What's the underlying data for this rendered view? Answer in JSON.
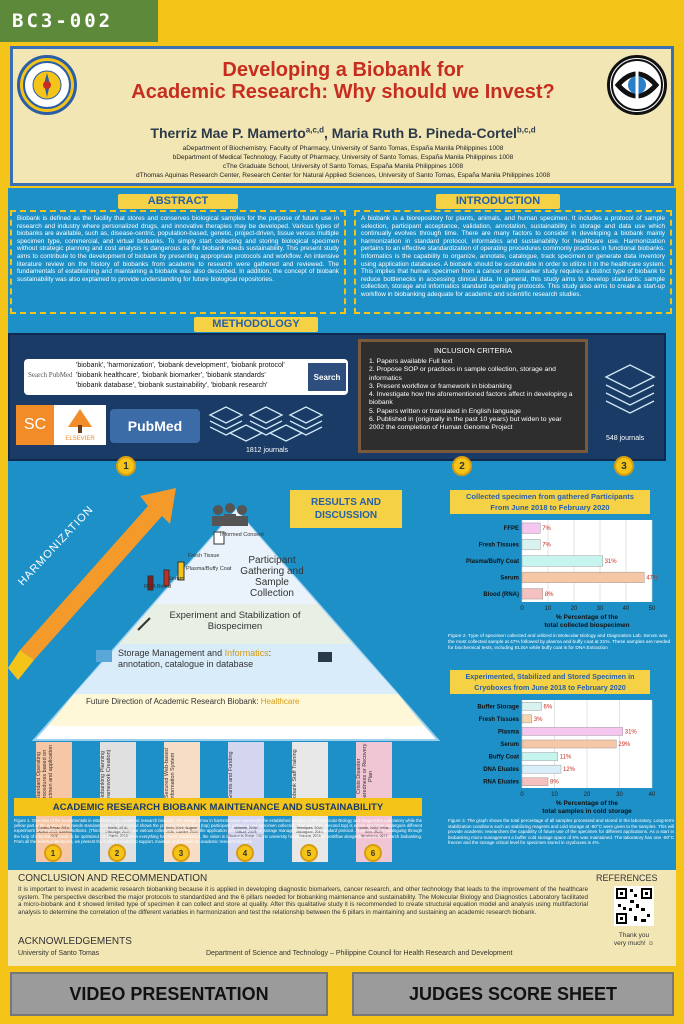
{
  "code": "BC3-002",
  "title_line1": "Developing a Biobank for",
  "title_line2": "Academic Research: Why should we Invest?",
  "authors": "Therriz Mae P. Mamerto",
  "authors_sup1": "a,c,d",
  "authors2": ", Maria Ruth B. Pineda-Cortel",
  "authors_sup2": "b,c,d",
  "affiliations": [
    "aDepartment of Biochemistry, Faculty of Pharmacy, University of Santo Tomas, España Manila Philippines 1008",
    "bDepartment of Medical Technology, Faculty of Pharmacy, University of Santo Tomas, España Manila Philippines 1008",
    "cThe Graduate School, University of Santo Tomas, España Manila Philippines 1008",
    "dThomas Aquinas Research Center, Research Center for Natural Applied Sciences, University of Santo Tomas, España Manila Philippines 1008"
  ],
  "abstract": {
    "heading": "ABSTRACT",
    "text": "Biobank is defined as the facility that stores and conserves biological samples for the purpose of future use in research and industry where personalized drugs, and innovative therapies may be developed. Various types of biobanks are available, such as, disease-centric, population-based, genetic, project-driven, tissue versus multiple specimen type, commercial, and virtual biobanks. To simply start collecting and storing biological specimen without strategic planning and cost analysis is dangerous as the biobank needs sustainability. This present study aims to contribute to the development of biobank by presenting appropriate protocols and workflow. An intensive literature review on the history of biobanks from academe to research were gathered and reviewed. The fundamentals of establishing and maintaining a biobank was also described. In addition, the concept of biobank sustainability was also explained to provide understanding for future biological repositories."
  },
  "introduction": {
    "heading": "INTRODUCTION",
    "text": "A biobank is a biorepository for plants, animals, and human specimen. It includes a protocol of sample selection, participant acceptance, validation, annotation, sustainability in storage and data use which continually evolves through time. There are many factors to consider in developing a biobank mainly harmonization in standard protocol, informatics and sustainability for healthcare use. Harmonization pertains to an effective standardization of operating procedures commonly practices in functional biobanks. Informatics is the capability to organize, annotate, catalogue, track specimen or generate data inventory using application databases. A biobank should be sustainable in order to utilize it in the healthcare system. This implies that human specimen from a cancer or biomarker study requires a distinct type of biobank to reduce bottlenecks in accessing clinical data. In general, this study aims to develop standards: sample collection, storage and informatics standard operating protocols. This study also aims to create a start-up workflow in biobanking adequate for academic and scientific research studies."
  },
  "methodology": {
    "heading": "METHODOLOGY",
    "search_brand": "Search PubMed",
    "search_terms": [
      "'biobank', 'harmonization', 'biobank development', 'biobank protocol'",
      "'biobank healthcare', 'biobank biomarker', 'biobank standards'",
      "'biobank database', 'biobank sustainability', 'biobank research'"
    ],
    "search_button": "Search",
    "sc_logo": "SC",
    "elsevier": "ELSEVIER",
    "pubmed": "PubMed",
    "journals_1812": "1812 journals",
    "criteria_title": "INCLUSION CRITERIA",
    "criteria": [
      "1. Papers available Full text",
      "2. Propose SOP or practices in sample collection, storage and informatics",
      "3. Present workflow or framework in biobanking",
      "4. Investigate how the aforementioned factors affect in developing a biobank",
      "5. Papers written or translated in English language",
      "6. Published in (originally in the past 10 years) but widen to year 2002 the completion of Human Genome Project"
    ],
    "journals_548": "548 journals",
    "steps": [
      "1",
      "2",
      "3"
    ]
  },
  "results": {
    "heading_line1": "RESULTS AND",
    "heading_line2": "DISCUSSION",
    "harmonization": "HARMONIZATION",
    "pyramid": {
      "informed_consent": "Informed Consent",
      "fresh_tissue": "Fresh Tissue",
      "plasma": "Plasma/Buffy Coat",
      "serum": "Serum",
      "rna_blood": "RNA Blood",
      "level1_line1": "Participant",
      "level1_line2": "Gathering and",
      "level1_line3": "Sample Collection",
      "level2_line1": "Experiment and Stabilization of",
      "level2_line2": "Biospecimen",
      "level3_a": "Storage Management and ",
      "level3_b": "Informatics",
      "level3_c": ":",
      "level3_line2": "annotation, catalogue in database",
      "future_a": "Future Direction of Academic Research Biobank: ",
      "future_b": "Healthcare"
    },
    "pillars": [
      {
        "label": "Standard Operating Procedures based on specimen and application",
        "ref": "Cortés-Rebaz 2019; Caboux 2013; Barbosa 2020",
        "num": "1"
      },
      {
        "label": "Biobanking Planning (Framework Creation)",
        "ref": "Romo, 2018; Coleridge, 2017; Harris, 2012",
        "num": "2"
      },
      {
        "label": "A Secured Web-based Information System",
        "ref": "Snell, 2019; Wagner, 2008; Gaebler, 2020",
        "num": "3"
      },
      {
        "label": "Grants and Funding",
        "ref": "Morente, 2008; Olsson, 2004; Rousselle-Barna, 2017",
        "num": "4"
      },
      {
        "label": "Biobank Staff Training",
        "ref": "Henriques, 2020; Mahagone, 2019; Watson, 2016",
        "num": "5"
      },
      {
        "label": "Crisis Disaster Preparedness or Recovery Plan",
        "ref": "Gross, 2020; Trenz-Kern, 2020; Henderson, 2013",
        "num": "6"
      }
    ],
    "maintenance_banner": "ACADEMIC RESEARCH BIOBANK MAINTENANCE AND SUSTAINABILITY",
    "fig1_caption": "Figure 1. Overview of the fundamentals in establishing an academic research biobank. The orange arrow in harmonization represents the established protocol in the Molecular Biology and Diagnostics Laboratory while the yellow part is the protocol that needs standardization. The pyramid shows the protocol starting from (top) participant gathering and specimen collection. The next step (second top) is where specimen undergoes different experiment and stabilization conditions. (Third top) Since there are various collected specimen and the application differs as well, the storage management needs a standard protocol. Annotation and cataloguing through the help of informatics needs to be optimized. At the bottom when everything has been established, the vision is to collaborate with the university hospital for a circuit workflow alongside academic research biobanking. From all the selected literatures, we present the 6 pillars needed to support, maintain and sustain an academic research biobank.",
    "fig2_caption": "Figure 2. Type of specimen collected and utilized in Molecular Biology and Diagnostics Lab. Serum was the most collected sample at 47% followed by plasma and buffy coat at 31%. These samples are needed for biochemical tests, including ELISA while buffy coat is for DNA Extraction",
    "fig3_caption": "Figure 3. The graph shows the total percentage of all samples processed and stored in the laboratory. Long-term stabilization conditions such as stabilizing reagents and cold storage at -80°C were given to the samples. This will provide academic researchers the capability of future use of the specimen for different applications. As a start in biobanking micro-management a buffer cold storage space of 6% was maintained. The laboratory has one -80°C freezer and the storage critical level for specimen stored in cryoboxes is 4%."
  },
  "chart_data": [
    {
      "type": "bar",
      "orientation": "horizontal",
      "title_line1": "Collected specimen from gathered Participants",
      "title_line2": "From June 2018 to February 2020",
      "categories": [
        "FFPE",
        "Fresh Tissues",
        "Plasma/Buffy Coat",
        "Serum",
        "Blood (RNA)"
      ],
      "values": [
        7,
        7,
        31,
        47,
        8
      ],
      "value_labels": [
        "7%",
        "7%",
        "31%",
        "47%",
        "8%"
      ],
      "colors": [
        "#f4c6f0",
        "#d8f2f0",
        "#c6f5f0",
        "#f6c7a6",
        "#f5c0c0"
      ],
      "xlim": [
        0,
        50
      ],
      "xticks": [
        "0",
        "10",
        "20",
        "30",
        "40",
        "50"
      ],
      "xlabel_line1": "% Percentage of the",
      "xlabel_line2": "total collected biospecimen"
    },
    {
      "type": "bar",
      "orientation": "horizontal",
      "title_line1": "Experimented, Stabilized and Stored Specimen in",
      "title_line2": "Cryoboxes from June 2018 to February 2020",
      "categories": [
        "Buffer Storage",
        "Fresh Tissues",
        "Plasma",
        "Serum",
        "Buffy Coat",
        "DNA Eluates",
        "RNA Eluates"
      ],
      "values": [
        6,
        3,
        31,
        29,
        11,
        12,
        8
      ],
      "value_labels": [
        "6%",
        "3%",
        "31%",
        "29%",
        "11%",
        "12%",
        "8%"
      ],
      "colors": [
        "#d8f2f0",
        "#f6d6b0",
        "#f4c6f0",
        "#f6c7a6",
        "#c6f5f0",
        "#d8eef8",
        "#f5c0c0"
      ],
      "xlim": [
        0,
        40
      ],
      "xticks": [
        "0",
        "10",
        "20",
        "30",
        "40"
      ],
      "xlabel_line1": "% Percentage of the",
      "xlabel_line2": "total samples in cold storage"
    }
  ],
  "conclusion": {
    "heading": "CONCLUSION AND RECOMMENDATION",
    "text": "It is important to invest in academic research biobanking because it is applied in developing diagnostic biomarkers, cancer research, and other technology that leads to the improvement of the healthcare system. The perspective described the major protocols to standardized and the 6 pillars needed for biobanking maintenance and sustainability. The Molecular Biology and Diagnostics Laboratory facilitated a micro-biobank and it showed limited type of specimen it can collect and store at quality. After this qualitative study it is recommended to create structural equation model and analysis using multifactorial analysis to determine the correlation of the different variables in harmonization and test the relationship between the 6 pillars in maintaining and sustaining an academic research biobank."
  },
  "references": {
    "heading": "REFERENCES",
    "thanks_line1": "Thank you",
    "thanks_line2": "very much! ☺"
  },
  "acknowledgements": {
    "heading": "ACKNOWLEDGEMENTS",
    "ust": "University of Santo Tomas",
    "dost": "Department of Science and Technology – Philippine Council for Health Research and Development"
  },
  "buttons": {
    "video": "VIDEO PRESENTATION",
    "judges": "JUDGES SCORE SHEET"
  }
}
